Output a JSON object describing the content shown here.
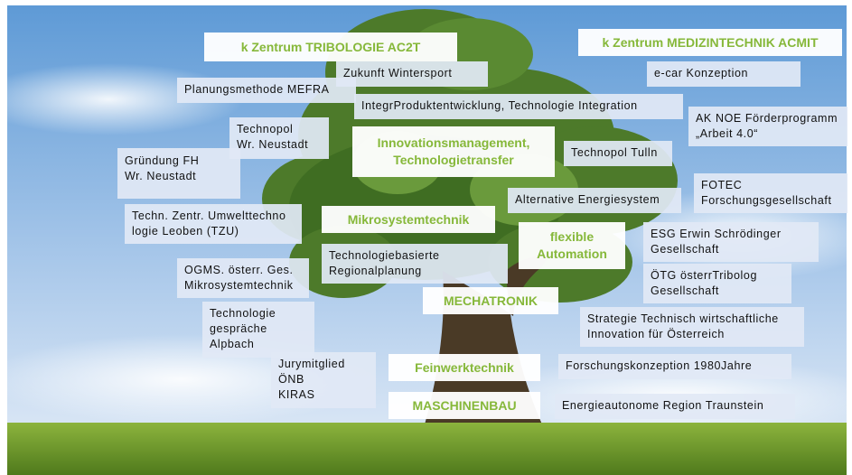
{
  "colors": {
    "sky_top": "#5e9ad6",
    "sky_bottom": "#dfeaf6",
    "grass": "#6f9a2a",
    "accent_green": "#86b83a",
    "box_bg": "#e1e8f5"
  },
  "highlights": {
    "tribologie": "k Zentrum TRIBOLOGIE AC2T",
    "medizintechnik": "k Zentrum MEDIZINTECHNIK ACMIT",
    "innovation": "Innovationsmanagement,\nTechnologietransfer",
    "mikrosystem": "Mikrosystemtechnik",
    "automation": "flexible\nAutomation",
    "mechatronik": "MECHATRONIK",
    "feinwerk": "Feinwerktechnik",
    "maschinenbau": "MASCHINENBAU"
  },
  "boxes": {
    "wintersport": "Zukunft Wintersport",
    "mefra": "Planungsmethode MEFRA",
    "integr": "IntegrProduktentwicklung, Technologie Integration",
    "ecar": "e-car Konzeption",
    "ak_noe": "AK NOE Förderprogramm\n„Arbeit 4.0“",
    "technopol_wn": "Technopol\nWr. Neustadt",
    "gruendung_fh": "Gründung FH\nWr. Neustadt",
    "technopol_tulln": "Technopol Tulln",
    "fotec": "FOTEC\nForschungsgesellschaft",
    "alt_energie": "Alternative Energiesystem",
    "tzu": "Techn. Zentr. Umwelttechno\nlogie Leoben (TZU)",
    "esg": "ESG Erwin Schrödinger\nGesellschaft",
    "tech_regional": "Technologiebasierte\nRegionalplanung",
    "ogms": "OGMS. österr. Ges.\nMikrosystemtechnik",
    "oetg": "ÖTG österrTribolog\nGesellschaft",
    "alpbach": "Technologie\ngespräche\nAlpbach",
    "strategie": "Strategie Technisch wirtschaftliche\nInnovation für Österreich",
    "jury": "Jurymitglied\nÖNB\nKIRAS",
    "forschung": "Forschungskonzeption 1980Jahre",
    "energieautonom": "Energieautonome Region Traunstein"
  }
}
